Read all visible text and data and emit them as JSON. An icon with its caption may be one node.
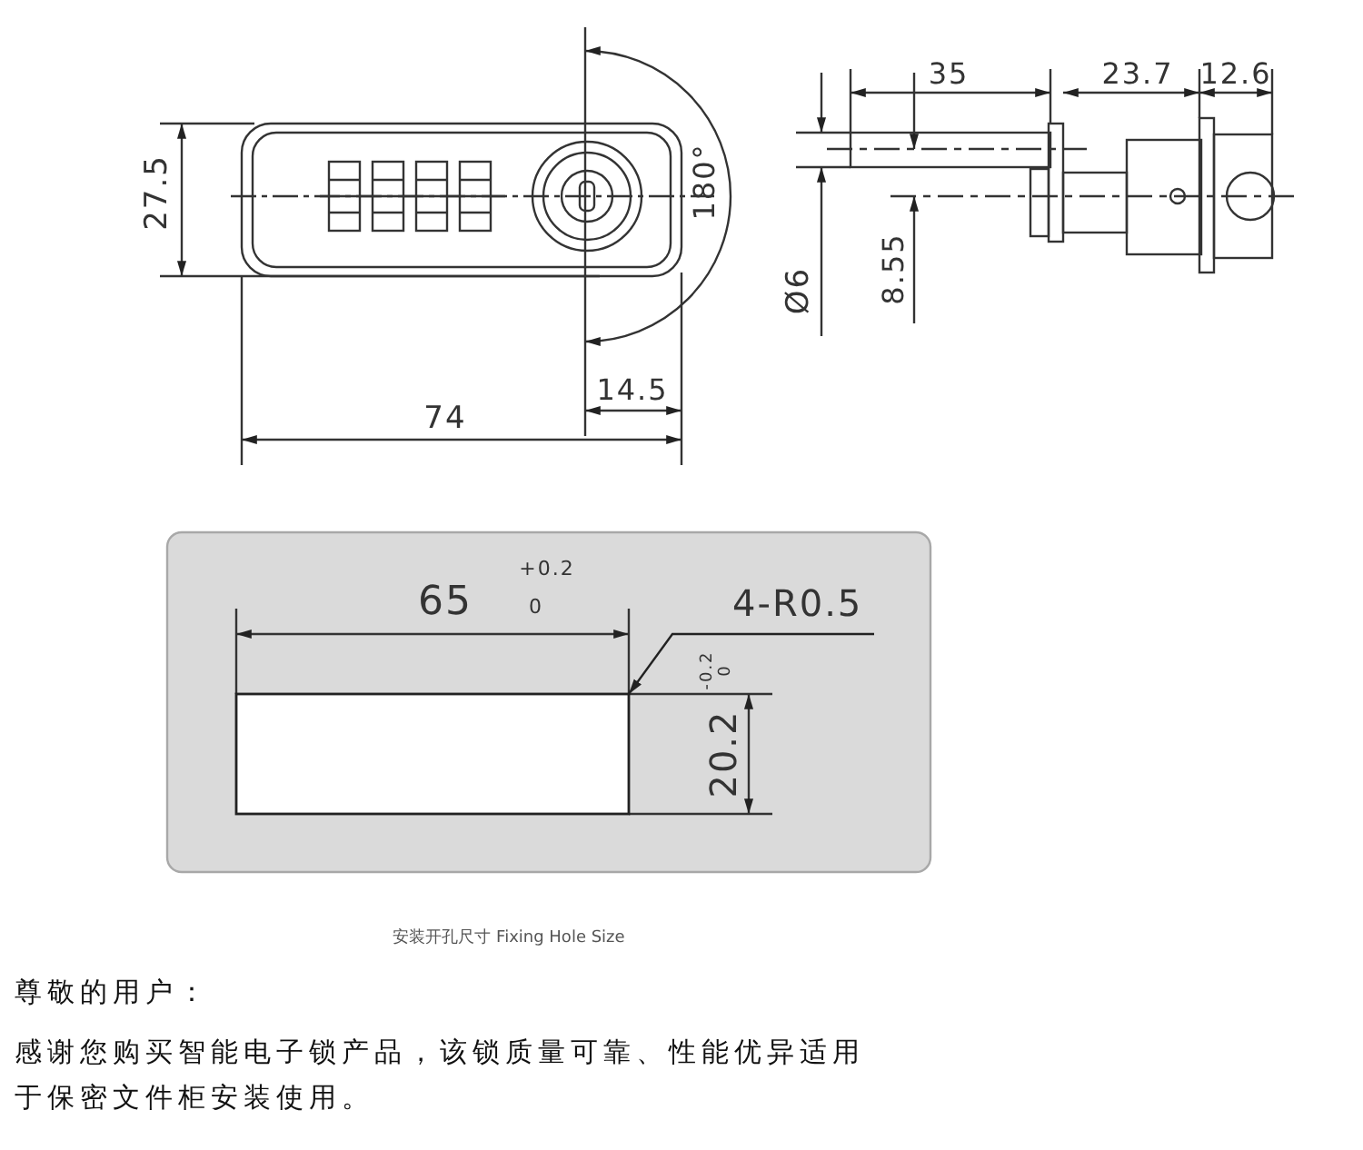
{
  "diagram": {
    "caption": "安装开孔尺寸 Fixing Hole Size",
    "nodes": [
      {
        "text": [
          "4-R0.5"
        ]
      },
      {
        "text": [],
        "shape": "box"
      }
    ],
    "edges": [
      {
        "from": 0,
        "to": 1,
        "arrow": "to"
      }
    ],
    "labels": [
      "27.5",
      "180°",
      "74",
      "14.5",
      "35",
      "23.7",
      "12.6",
      "Ø6",
      "8.55",
      "65",
      "+0.2",
      "0",
      "-0.2",
      "0",
      "20.2",
      "尊敬的用户：",
      "感谢您购买智能电子锁产品，该锁质量可靠、性能优异适用于保密文件柜安装使用。"
    ]
  }
}
